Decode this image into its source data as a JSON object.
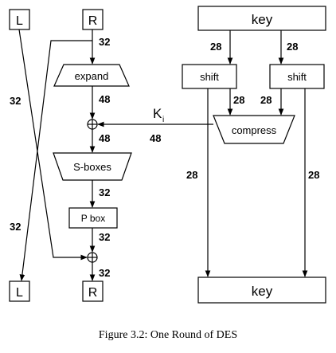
{
  "diagram": {
    "boxes": {
      "l_top": "L",
      "r_top": "R",
      "key_top": "key",
      "expand": "expand",
      "shift_left": "shift",
      "shift_right": "shift",
      "compress": "compress",
      "sboxes": "S-boxes",
      "pbox": "P box",
      "l_bottom": "L",
      "r_bottom": "R",
      "key_bottom": "key"
    },
    "labels": {
      "r_to_expand": "32",
      "cross_left_upper": "32",
      "expand_out": "48",
      "key_to_shift_left": "28",
      "key_to_shift_right": "28",
      "shift_left_to_compress": "28",
      "shift_right_to_compress": "28",
      "subkey_symbol": "K",
      "subkey_index": "i",
      "subkey_width": "48",
      "xor_out": "48",
      "sbox_out": "32",
      "pbox_out": "32",
      "xor2_out": "32",
      "left_down_28": "28",
      "right_down_28": "28",
      "cross_left_lower": "32"
    },
    "caption": "Figure 3.2: One Round of DES"
  }
}
